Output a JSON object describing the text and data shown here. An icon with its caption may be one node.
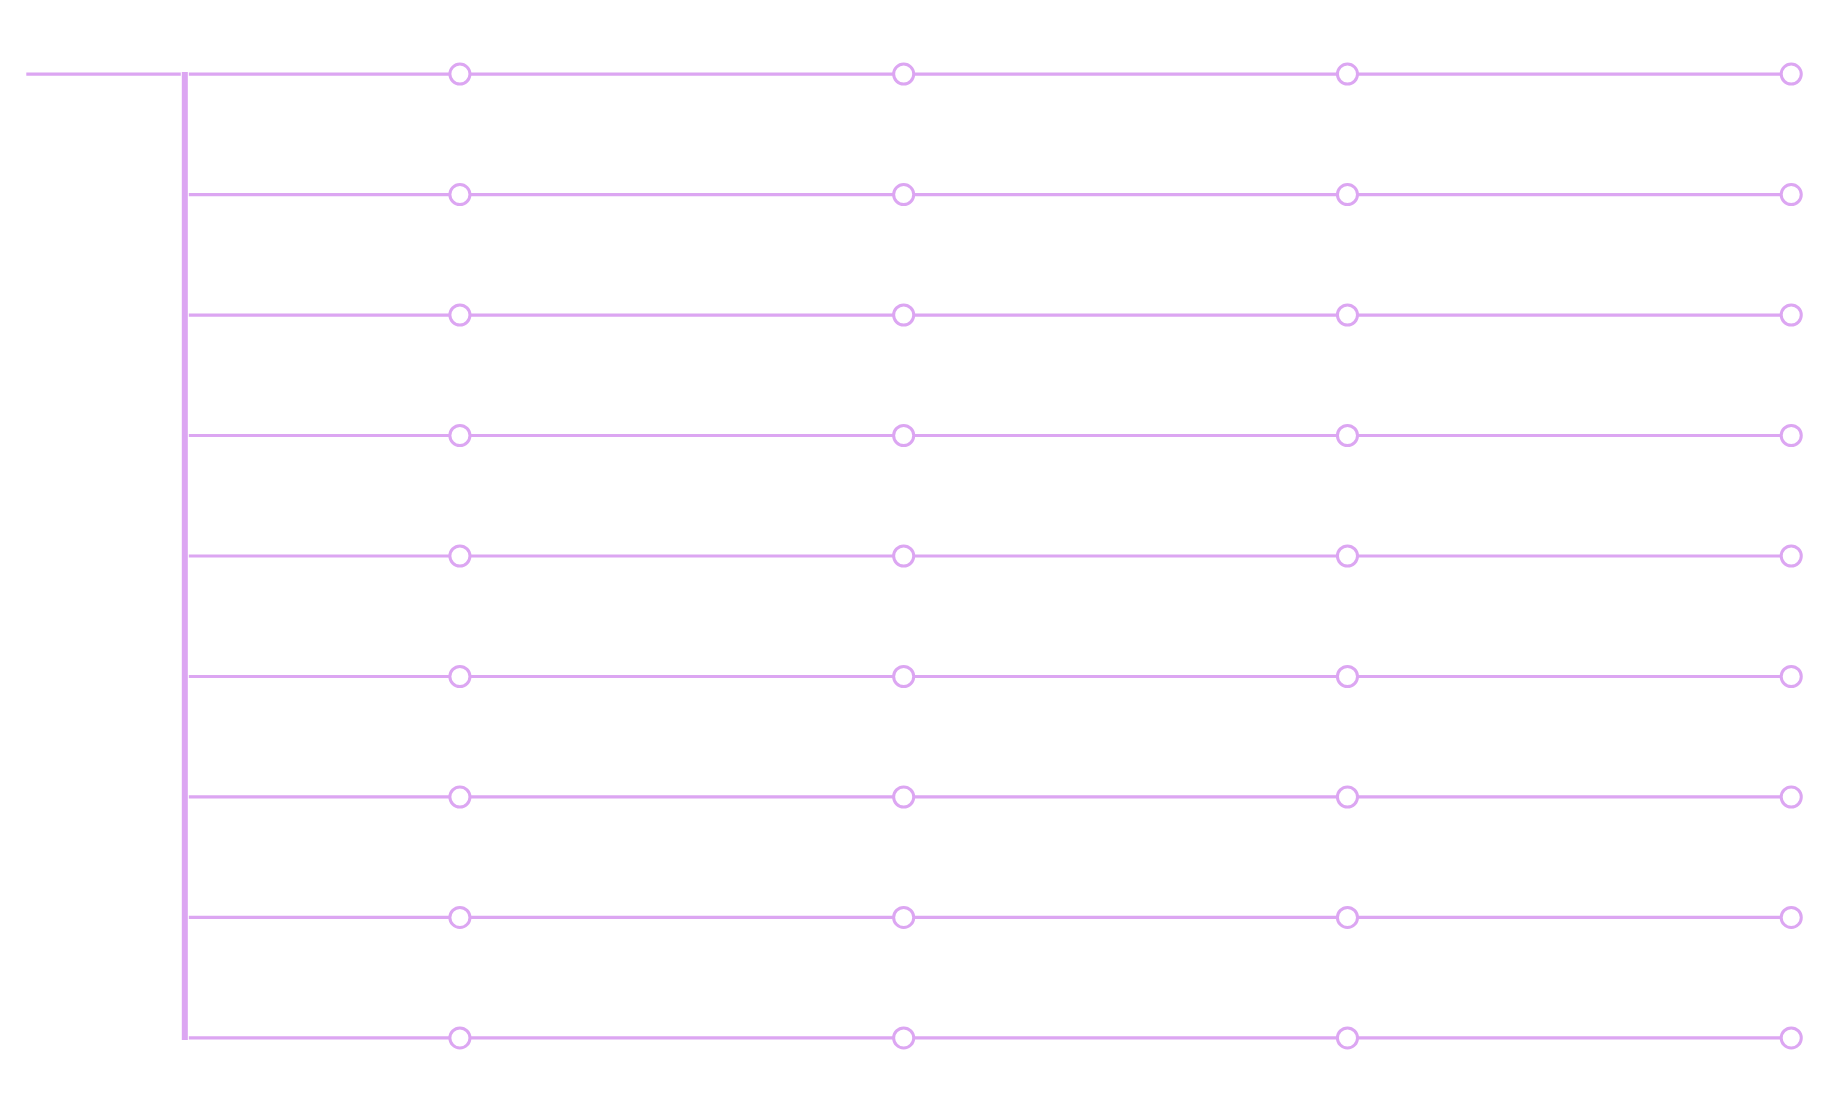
{
  "diagram": {
    "nodes": [
      {
        "text": [],
        "shape": "bar"
      },
      {
        "text": [],
        "shape": "circle"
      },
      {
        "text": [],
        "shape": "circle"
      },
      {
        "text": [],
        "shape": "circle"
      },
      {
        "text": [],
        "shape": "circle"
      },
      {
        "text": [],
        "shape": "circle"
      },
      {
        "text": [],
        "shape": "circle"
      },
      {
        "text": [],
        "shape": "circle"
      },
      {
        "text": [],
        "shape": "circle"
      },
      {
        "text": [],
        "shape": "circle"
      },
      {
        "text": [],
        "shape": "circle"
      },
      {
        "text": [],
        "shape": "circle"
      },
      {
        "text": [],
        "shape": "circle"
      },
      {
        "text": [],
        "shape": "circle"
      },
      {
        "text": [],
        "shape": "circle"
      },
      {
        "text": [],
        "shape": "circle"
      },
      {
        "text": [],
        "shape": "circle"
      },
      {
        "text": [],
        "shape": "circle"
      },
      {
        "text": [],
        "shape": "circle"
      },
      {
        "text": [],
        "shape": "circle"
      },
      {
        "text": [],
        "shape": "circle"
      },
      {
        "text": [],
        "shape": "circle"
      },
      {
        "text": [],
        "shape": "circle"
      },
      {
        "text": [],
        "shape": "circle"
      },
      {
        "text": [],
        "shape": "circle"
      },
      {
        "text": [],
        "shape": "circle"
      },
      {
        "text": [],
        "shape": "circle"
      },
      {
        "text": [],
        "shape": "circle"
      },
      {
        "text": [],
        "shape": "circle"
      },
      {
        "text": [],
        "shape": "circle"
      },
      {
        "text": [],
        "shape": "circle"
      },
      {
        "text": [],
        "shape": "circle"
      },
      {
        "text": [],
        "shape": "circle"
      },
      {
        "text": [],
        "shape": "circle"
      },
      {
        "text": [],
        "shape": "circle"
      },
      {
        "text": [],
        "shape": "circle"
      },
      {
        "text": [],
        "shape": "circle"
      }
    ],
    "edges": [
      {
        "from": null,
        "to": 0,
        "arrow": "none"
      },
      {
        "from": 0,
        "to": 1,
        "arrow": "none"
      },
      {
        "from": 1,
        "to": 2,
        "arrow": "none"
      },
      {
        "from": 2,
        "to": 3,
        "arrow": "none"
      },
      {
        "from": 3,
        "to": 4,
        "arrow": "none"
      },
      {
        "from": 0,
        "to": 5,
        "arrow": "none"
      },
      {
        "from": 5,
        "to": 6,
        "arrow": "none"
      },
      {
        "from": 6,
        "to": 7,
        "arrow": "none"
      },
      {
        "from": 7,
        "to": 8,
        "arrow": "none"
      },
      {
        "from": 0,
        "to": 9,
        "arrow": "none"
      },
      {
        "from": 9,
        "to": 10,
        "arrow": "none"
      },
      {
        "from": 10,
        "to": 11,
        "arrow": "none"
      },
      {
        "from": 11,
        "to": 12,
        "arrow": "none"
      },
      {
        "from": 0,
        "to": 13,
        "arrow": "none"
      },
      {
        "from": 13,
        "to": 14,
        "arrow": "none"
      },
      {
        "from": 14,
        "to": 15,
        "arrow": "none"
      },
      {
        "from": 15,
        "to": 16,
        "arrow": "none"
      },
      {
        "from": 0,
        "to": 17,
        "arrow": "none"
      },
      {
        "from": 17,
        "to": 18,
        "arrow": "none"
      },
      {
        "from": 18,
        "to": 19,
        "arrow": "none"
      },
      {
        "from": 19,
        "to": 20,
        "arrow": "none"
      },
      {
        "from": 0,
        "to": 21,
        "arrow": "none"
      },
      {
        "from": 21,
        "to": 22,
        "arrow": "none"
      },
      {
        "from": 22,
        "to": 23,
        "arrow": "none"
      },
      {
        "from": 23,
        "to": 24,
        "arrow": "none"
      },
      {
        "from": 0,
        "to": 25,
        "arrow": "none"
      },
      {
        "from": 25,
        "to": 26,
        "arrow": "none"
      },
      {
        "from": 26,
        "to": 27,
        "arrow": "none"
      },
      {
        "from": 27,
        "to": 28,
        "arrow": "none"
      },
      {
        "from": 0,
        "to": 29,
        "arrow": "none"
      },
      {
        "from": 29,
        "to": 30,
        "arrow": "none"
      },
      {
        "from": 30,
        "to": 31,
        "arrow": "none"
      },
      {
        "from": 31,
        "to": 32,
        "arrow": "none"
      },
      {
        "from": 0,
        "to": 33,
        "arrow": "none"
      },
      {
        "from": 33,
        "to": 34,
        "arrow": "none"
      },
      {
        "from": 34,
        "to": 35,
        "arrow": "none"
      },
      {
        "from": 35,
        "to": 36,
        "arrow": "none"
      }
    ]
  }
}
